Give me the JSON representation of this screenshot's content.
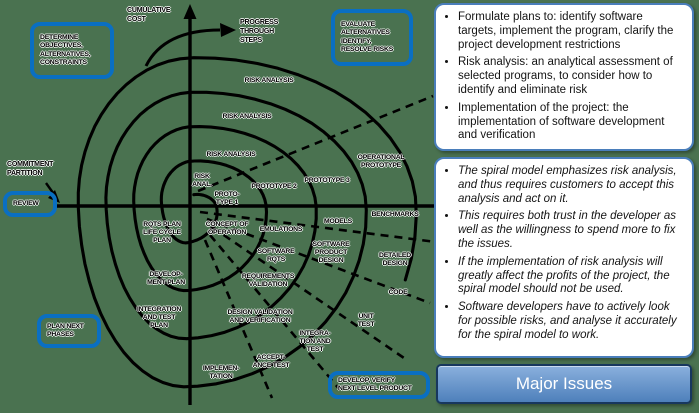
{
  "colors": {
    "background_green": "#4a7250",
    "diagram_box_border_blue": "#0a6fc2",
    "panel_border_blue": "#4a7ebb",
    "button_border_navy": "#17375e",
    "button_fill_blue": "#4e80bb",
    "line_black": "#000000"
  },
  "diagram": {
    "annotations": {
      "cumulative_cost": "CUMULATIVE\nCOST",
      "progress_through_steps": "PROGRESS\nTHROUGH\nSTEPS",
      "commitment_partition": "COMMITMENT\nPARTITION"
    },
    "boxes": {
      "determine": {
        "label": "DETERMINE\nOBJECTIVES,\nALTERNATIVES,\nCONSTRAINTS"
      },
      "evaluate": {
        "label": "EVALUATE\nALTERNATIVES\nIDENTIFY,\nRESOLVE RISKS"
      },
      "review": {
        "label": "REVIEW"
      },
      "plan_next": {
        "label": "PLAN NEXT\nPHASES"
      },
      "develop_verify": {
        "label": "DEVELOP, VERIFY\nNEXT LEVEL PRODUCT"
      }
    },
    "spiral_labels": [
      {
        "id": "risk-analysis-1",
        "text": "RISK ANALYSIS"
      },
      {
        "id": "risk-analysis-2",
        "text": "RISK ANALYSIS"
      },
      {
        "id": "risk-analysis-3",
        "text": "RISK ANALYSIS"
      },
      {
        "id": "risk-anal",
        "text": "RISK\nANAL."
      },
      {
        "id": "prototype-1",
        "text": "PROTO-\nTYPE 1"
      },
      {
        "id": "prototype-2",
        "text": "PROTOTYPE 2"
      },
      {
        "id": "prototype-3",
        "text": "PROTOTYPE 3"
      },
      {
        "id": "operational-prototype",
        "text": "OPERATIONAL\nPROTOTYPE"
      },
      {
        "id": "concept-of-operation",
        "text": "CONCEPT OF\nOPERATION"
      },
      {
        "id": "emulations",
        "text": "EMULATIONS"
      },
      {
        "id": "models",
        "text": "MODELS"
      },
      {
        "id": "benchmarks",
        "text": "BENCHMARKS"
      },
      {
        "id": "software-rqts",
        "text": "SOFTWARE\nRQTS"
      },
      {
        "id": "software-product-design",
        "text": "SOFTWARE\nPRODUCT\nDESIGN"
      },
      {
        "id": "detailed-design",
        "text": "DETAILED\nDESIGN"
      },
      {
        "id": "code",
        "text": "CODE"
      },
      {
        "id": "unit-test",
        "text": "UNIT\nTEST"
      },
      {
        "id": "integration-and-test",
        "text": "INTEGRA-\nTION AND\nTEST"
      },
      {
        "id": "acceptance-test",
        "text": "ACCEPT-\nANCE TEST"
      },
      {
        "id": "implementation",
        "text": "IMPLEMEN-\nTATION"
      },
      {
        "id": "rqts-plan",
        "text": "RQTS PLAN\nLIFE CYCLE\nPLAN"
      },
      {
        "id": "development-plan",
        "text": "DEVELOP-\nMENT PLAN"
      },
      {
        "id": "integration-test-plan",
        "text": "INTEGRATION\nAND TEST\nPLAN"
      },
      {
        "id": "requirements-validation",
        "text": "REQUIREMENTS\nVALIDATION"
      },
      {
        "id": "design-validation",
        "text": "DESIGN VALIDATION\nAND VERIFICATION"
      }
    ]
  },
  "panels": {
    "overview": {
      "bullets": [
        "Formulate plans to: identify software targets, implement the program, clarify the project development restrictions",
        "Risk analysis: an analytical assessment of selected programs, to consider how to identify and eliminate risk",
        "Implementation of the project: the implementation of software development and verification"
      ]
    },
    "issues": {
      "bullets": [
        "The spiral model emphasizes risk analysis, and thus requires customers to accept this analysis and act on it.",
        "This requires both trust in the developer as well as the willingness to spend more to fix the issues.",
        "If the implementation of risk analysis will greatly affect the profits of the project, the spiral model should not be used.",
        "Software developers have to actively look for possible risks, and analyse it accurately for the spiral model to work."
      ]
    },
    "footer": {
      "label": "Major Issues"
    }
  }
}
